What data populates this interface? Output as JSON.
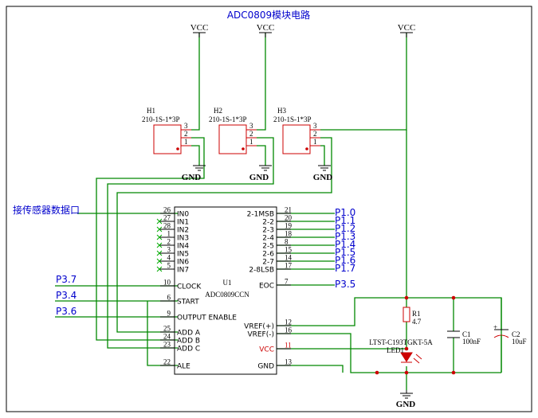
{
  "title": "ADC0809模块电路",
  "power": {
    "vcc": "VCC",
    "gnd": "GND"
  },
  "headers": [
    {
      "ref": "H1",
      "value": "210-1S-1*3P",
      "pins": [
        "3",
        "2",
        "1"
      ]
    },
    {
      "ref": "H2",
      "value": "210-1S-1*3P",
      "pins": [
        "3",
        "2",
        "1"
      ]
    },
    {
      "ref": "H3",
      "value": "210-1S-1*3P",
      "pins": [
        "3",
        "2",
        "1"
      ]
    }
  ],
  "chip": {
    "ref": "U1",
    "part": "ADC0809CCN",
    "left_pins": [
      {
        "num": "26",
        "name": "IN0"
      },
      {
        "num": "27",
        "name": "IN1"
      },
      {
        "num": "28",
        "name": "IN2"
      },
      {
        "num": "1",
        "name": "IN3"
      },
      {
        "num": "2",
        "name": "IN4"
      },
      {
        "num": "3",
        "name": "IN5"
      },
      {
        "num": "4",
        "name": "IN6"
      },
      {
        "num": "5",
        "name": "IN7"
      },
      {
        "num": "10",
        "name": "CLOCK"
      },
      {
        "num": "6",
        "name": "START"
      },
      {
        "num": "9",
        "name": "OUTPUT ENABLE"
      },
      {
        "num": "25",
        "name": "ADD A"
      },
      {
        "num": "24",
        "name": "ADD B"
      },
      {
        "num": "23",
        "name": "ADD C"
      },
      {
        "num": "22",
        "name": "ALE"
      }
    ],
    "right_pins": [
      {
        "num": "21",
        "name": "2-1MSB",
        "net": "P1.0"
      },
      {
        "num": "20",
        "name": "2-2",
        "net": "P1.1"
      },
      {
        "num": "19",
        "name": "2-3",
        "net": "P1.2"
      },
      {
        "num": "18",
        "name": "2-4",
        "net": "P1.3"
      },
      {
        "num": "8",
        "name": "2-5",
        "net": "P1.4"
      },
      {
        "num": "15",
        "name": "2-6",
        "net": "P1.5"
      },
      {
        "num": "14",
        "name": "2-7",
        "net": "P1.6"
      },
      {
        "num": "17",
        "name": "2-8LSB",
        "net": "P1.7"
      },
      {
        "num": "7",
        "name": "EOC",
        "net": "P3.5"
      },
      {
        "num": "12",
        "name": "VREF(+)",
        "net": ""
      },
      {
        "num": "16",
        "name": "VREF(-)",
        "net": ""
      },
      {
        "num": "11",
        "name": "VCC",
        "net": ""
      },
      {
        "num": "13",
        "name": "GND",
        "net": ""
      }
    ]
  },
  "nets": {
    "sensor": "接传感器数据口",
    "p37": "P3.7",
    "p34": "P3.4",
    "p36": "P3.6"
  },
  "parts": {
    "r1": {
      "ref": "R1",
      "value": "4.7"
    },
    "led": {
      "part": "LTST-C193TGKT-5A",
      "ref": "LED1"
    },
    "c1": {
      "ref": "C1",
      "value": "100nF"
    },
    "c2": {
      "ref": "C2",
      "value": "10uF"
    }
  }
}
